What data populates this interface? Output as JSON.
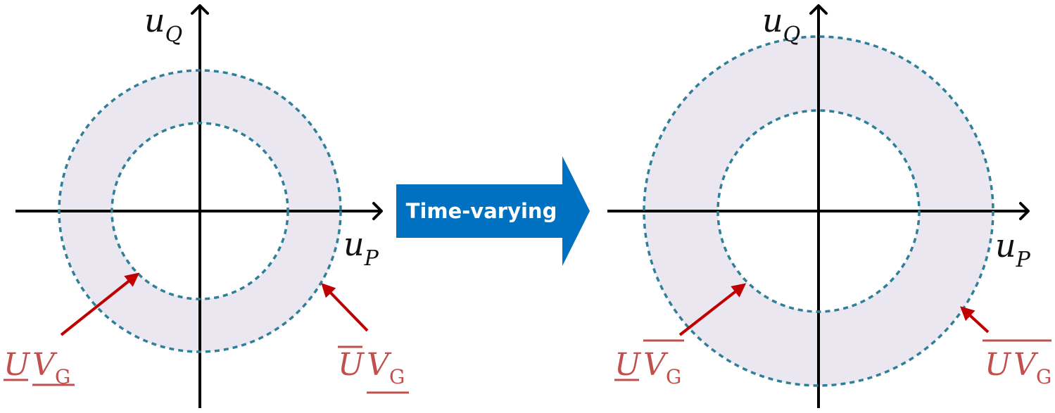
{
  "diagram": {
    "arrow_label": "Time-varying",
    "colors": {
      "axis": "#000000",
      "ring_fill": "#ebe7f1",
      "dashed_circle": "#2f7f99",
      "callout": "#c00000",
      "callout_text": "#c0504d",
      "arrow": "#0070c0"
    },
    "left_panel": {
      "x_axis_label": {
        "base": "u",
        "sub": "P"
      },
      "y_axis_label": {
        "base": "u",
        "sub": "Q"
      },
      "inner_label": {
        "u": "U",
        "v": "V",
        "sub": "G"
      },
      "outer_label": {
        "u": "U",
        "v": "V",
        "sub": "G"
      }
    },
    "right_panel": {
      "x_axis_label": {
        "base": "u",
        "sub": "P"
      },
      "y_axis_label": {
        "base": "u",
        "sub": "Q"
      },
      "inner_label": {
        "u": "U",
        "v": "V",
        "sub": "G"
      },
      "outer_label": {
        "u": "U",
        "v": "V",
        "sub": "G"
      }
    }
  }
}
